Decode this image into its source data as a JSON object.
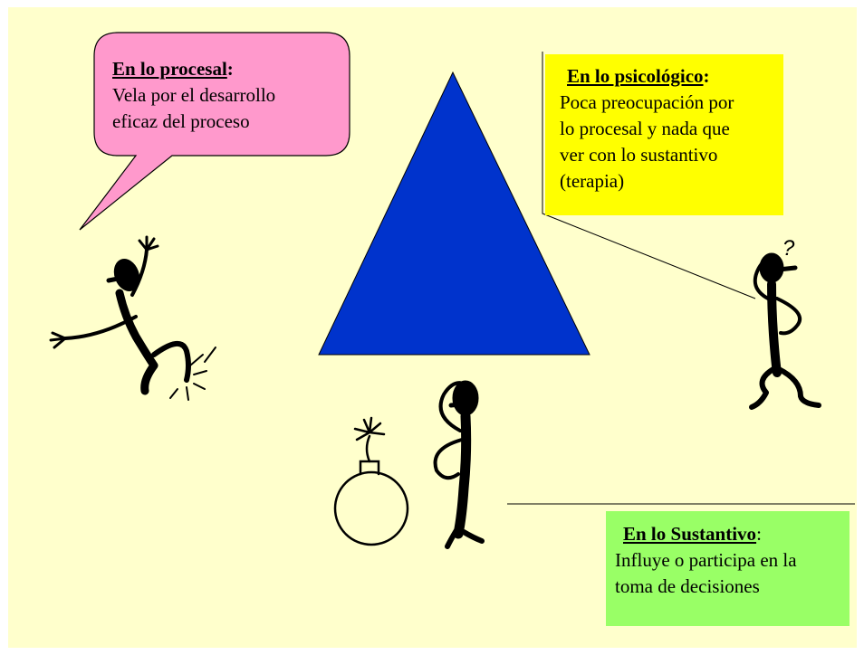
{
  "procesal": {
    "heading": "En lo procesal",
    "colon": ":",
    "line1": "Vela por el desarrollo",
    "line2": "eficaz del proceso"
  },
  "psicologico": {
    "heading": "En lo psicológico",
    "colon": ":",
    "line1": "Poca preocupación por",
    "line2": "lo procesal y nada que",
    "line3": "ver con lo sustantivo",
    "line4": "(terapia)"
  },
  "sustantivo": {
    "heading": "En lo Sustantivo",
    "colon": ":",
    "line1": "Influye o participa en la",
    "line2": "toma de decisiones"
  },
  "figure_question_mark": "?",
  "colors": {
    "background": "#ffffcc",
    "triangle": "#0033cc",
    "callout_pink": "#ff99cc",
    "box_yellow": "#ffff00",
    "box_green": "#99ff66"
  },
  "icons": [
    "falling-figure-icon",
    "thinking-figure-icon",
    "bomb-icon",
    "puzzled-figure-icon"
  ]
}
